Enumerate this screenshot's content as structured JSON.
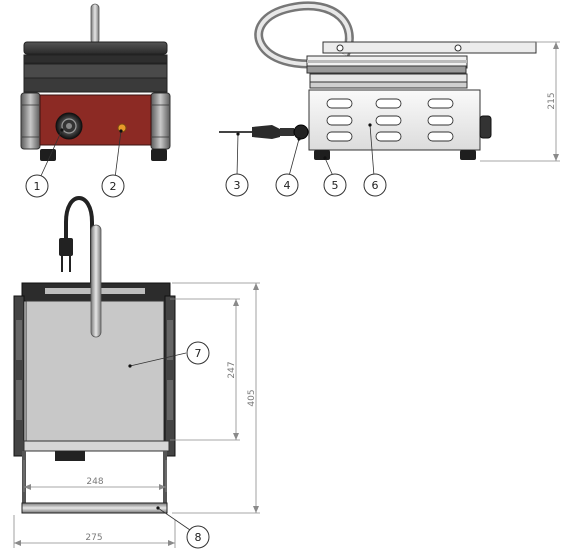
{
  "callouts": [
    {
      "label": "1"
    },
    {
      "label": "2"
    },
    {
      "label": "3"
    },
    {
      "label": "4"
    },
    {
      "label": "5"
    },
    {
      "label": "6"
    },
    {
      "label": "7"
    },
    {
      "label": "8"
    }
  ],
  "dimensions": {
    "height": "215",
    "inner_depth": "247",
    "depth": "405",
    "inner_width": "248",
    "width": "275"
  },
  "colors": {
    "red_panel": "#8c2a24",
    "dark_grey": "#3a3a3a",
    "light_plate": "#c8c8c8",
    "orange_led": "#e89a2a"
  }
}
